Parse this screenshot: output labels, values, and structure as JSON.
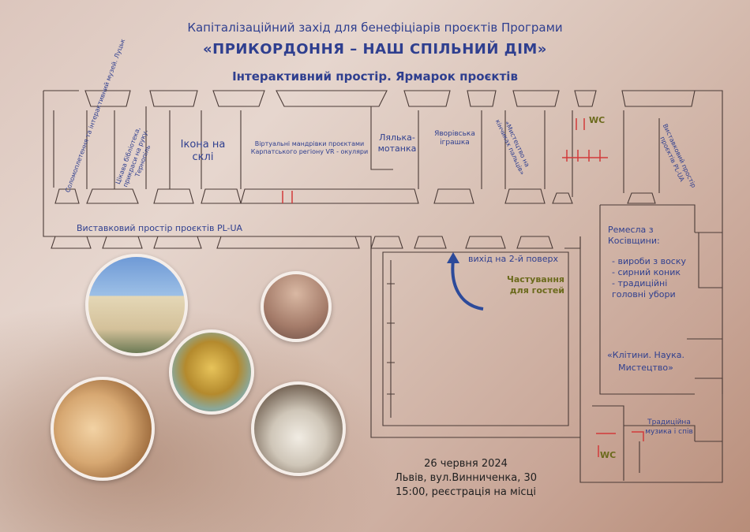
{
  "header": {
    "line1": "Капіталізаційний захід для бенефіціарів проєктів Програми",
    "line2": "«ПРИКОРДОННЯ – НАШ СПІЛЬНИЙ ДІМ»",
    "line3": "Інтерактивний простір. Ярмарок проєктів"
  },
  "rooms": {
    "solomo": "Соломоплетення та інтерактивний музей. Луцьк",
    "library": "Цікава бібліотека, прикраси на руку. Тернопіль",
    "icon": "Ікона на склі",
    "virtual": "Віртуальні мандрівки проєктами Карпатського регіону VR - окуляри",
    "doll": "Лялька-мотанка",
    "toy": "Яворівська іграшка",
    "fingertips": "«Мистецтво на кінчиках пальців»",
    "wc_top": "WC",
    "exhibit_right": "Виставковий простір проєктів PL-UA",
    "exhibit_corridor": "Виставковий простір проєктів PL-UA",
    "exit": "вихід на 2-й поверх",
    "treat": "Частування для гостей",
    "crafts": "Ремесла з Косівщини:",
    "crafts_items": [
      "- вироби з воску",
      "- сирний коник",
      "- традиційні головні убори"
    ],
    "cells": "«Клітини. Наука. Мистецтво»",
    "music": "Традиційна музика і спів",
    "wc_bottom": "WC"
  },
  "event": {
    "date": "26 червня 2024",
    "address": "Львів, вул.Винниченка, 30",
    "time": "15:00, реєстрація на місці"
  },
  "colors": {
    "text_blue": "#2f3f8f",
    "olive": "#6b6a1c",
    "wall": "#4a3a36",
    "red_mark": "#d23a3a",
    "arrow_blue": "#2c4a9a"
  }
}
